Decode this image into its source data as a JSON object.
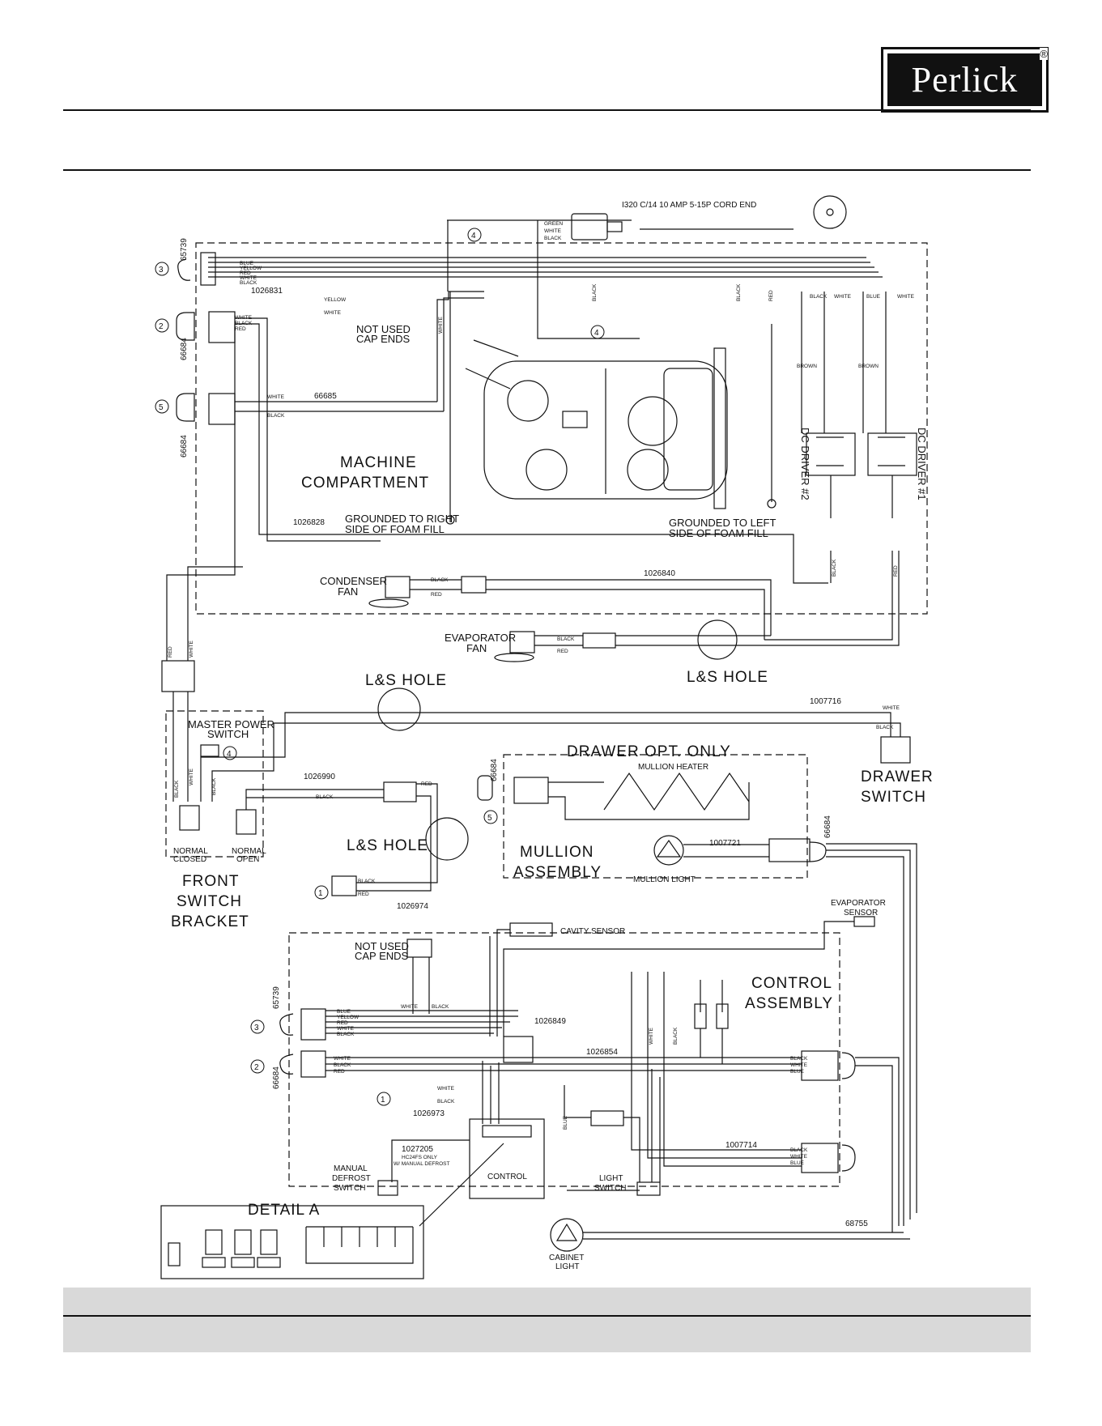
{
  "header": {
    "logo_text": "Perlick",
    "logo_mark": "®"
  },
  "diagram": {
    "cord": "I320 C/14 10 AMP 5-15P CORD END",
    "wire_colors": {
      "blue": "BLUE",
      "yellow": "YELLOW",
      "red": "RED",
      "white": "WHITE",
      "black": "BLACK",
      "green": "GREEN",
      "brown": "BROWN"
    },
    "part_numbers": {
      "p65739": "65739",
      "p66684": "66684",
      "p66685": "66685",
      "p1026831": "1026831",
      "p1026828": "1026828",
      "p1026840": "1026840",
      "p1007716": "1007716",
      "p1026990": "1026990",
      "p1026974": "1026974",
      "p1007721": "1007721",
      "p1026849": "1026849",
      "p1026854": "1026854",
      "p1026973": "1026973",
      "p1027205": "1027205",
      "p1007714": "1007714",
      "p68755": "68755"
    },
    "callouts": {
      "c1": "1",
      "c2": "2",
      "c3": "3",
      "c4": "4",
      "c5": "5"
    },
    "labels": {
      "not_used_cap_ends_l1": "NOT USED",
      "not_used_cap_ends_l2": "CAP ENDS",
      "machine_compartment_l1": "MACHINE",
      "machine_compartment_l2": "COMPARTMENT",
      "grounded_right_l1": "GROUNDED TO RIGHT",
      "grounded_right_l2": "SIDE OF FOAM FILL",
      "grounded_left_l1": "GROUNDED TO LEFT",
      "grounded_left_l2": "SIDE OF FOAM FILL",
      "dc_driver_2": "DC DRIVER #2",
      "dc_driver_1": "DC DRIVER #1",
      "condenser_fan_l1": "CONDENSER",
      "condenser_fan_l2": "FAN",
      "evaporator_fan_l1": "EVAPORATOR",
      "evaporator_fan_l2": "FAN",
      "ls_hole": "L&S HOLE",
      "master_power_switch_l1": "MASTER POWER",
      "master_power_switch_l2": "SWITCH",
      "normal_closed_l1": "NORMAL",
      "normal_closed_l2": "CLOSED",
      "normal_open_l1": "NORMAL",
      "normal_open_l2": "OPEN",
      "front_switch_bracket_l1": "FRONT",
      "front_switch_bracket_l2": "SWITCH",
      "front_switch_bracket_l3": "BRACKET",
      "drawer_opt_only": "DRAWER OPT. ONLY",
      "mullion_heater": "MULLION HEATER",
      "mullion_assembly_l1": "MULLION",
      "mullion_assembly_l2": "ASSEMBLY",
      "mullion_light": "MULLION LIGHT",
      "drawer_switch_l1": "DRAWER",
      "drawer_switch_l2": "SWITCH",
      "cavity_sensor": "CAVITY SENSOR",
      "evaporator_sensor_l1": "EVAPORATOR",
      "evaporator_sensor_l2": "SENSOR",
      "control_assembly_l1": "CONTROL",
      "control_assembly_l2": "ASSEMBLY",
      "hc24fs_l1": "HC24FS ONLY",
      "hc24fs_l2": "W/ MANUAL DEFROST",
      "manual_defrost_l1": "MANUAL",
      "manual_defrost_l2": "DEFROST",
      "manual_defrost_l3": "SWITCH",
      "control": "CONTROL",
      "light_switch_l1": "LIGHT",
      "light_switch_l2": "SWITCH",
      "detail_a": "DETAIL A",
      "cabinet_light_l1": "CABINET",
      "cabinet_light_l2": "LIGHT"
    }
  }
}
